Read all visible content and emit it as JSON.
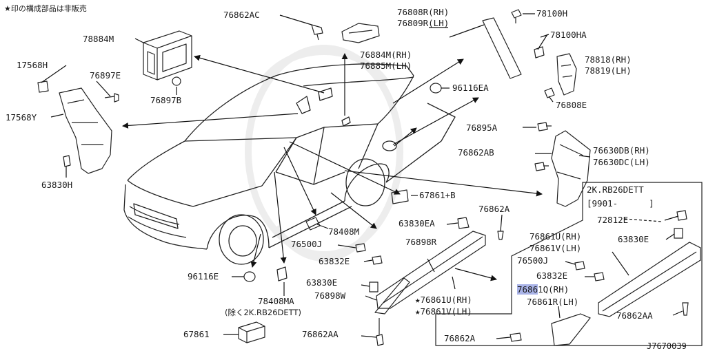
{
  "note": "★印の構成部品は非販売",
  "figure_id": "J7670039",
  "variant_box": {
    "model": "2K.RB26DETT",
    "period": "[9901-      ]"
  },
  "excluding_note": "(除く2K.RB26DETT)",
  "highlight_color": "#aab4e8",
  "labels": {
    "p76862AC": "76862AC",
    "p76808R": "76808R(RH)",
    "p76809R": "76809R(LH)",
    "p78100H": "78100H",
    "p78100HA": "78100HA",
    "p78884M": "78884M",
    "p76884M": "76884M(RH)",
    "p76885M": "76885M(LH)",
    "p78818": "78818(RH)",
    "p78819": "78819(LH)",
    "p17568H": "17568H",
    "p76897E": "76897E",
    "p76897B": "76897B",
    "p96116EA": "96116EA",
    "p76808E": "76808E",
    "p17568Y": "17568Y",
    "p76895A": "76895A",
    "p76862AB": "76862AB",
    "p76630DB": "76630DB(RH)",
    "p76630DC": "76630DC(LH)",
    "p63830H": "63830H",
    "p67861plusB": "67861+B",
    "p76862A_top": "76862A",
    "p72812E": "72812E",
    "p63830EA": "63830EA",
    "p78408M": "78408M",
    "p76861U_b": "76861U(RH)",
    "p76861V_b": "76861V(LH)",
    "p76500J_l": "76500J",
    "p76898R": "76898R",
    "p63830E_r": "63830E",
    "p63832E_l": "63832E",
    "p76500J_r": "76500J",
    "p96116E": "96116E",
    "p63830E_l": "63830E",
    "p63832E_r": "63832E",
    "p76898W": "76898W",
    "p76861U_star": "★76861U(RH)",
    "p76861V_star": "★76861V(LH)",
    "p76861Q_pre": "7686",
    "p76861Q_post": "1Q(RH)",
    "p76861R": "76861R(LH)",
    "p78408MA": "78408MA",
    "p76862AA_r": "76862AA",
    "p67861": "67861",
    "p76862AA_l": "76862AA",
    "p76862A_bot": "76862A"
  }
}
